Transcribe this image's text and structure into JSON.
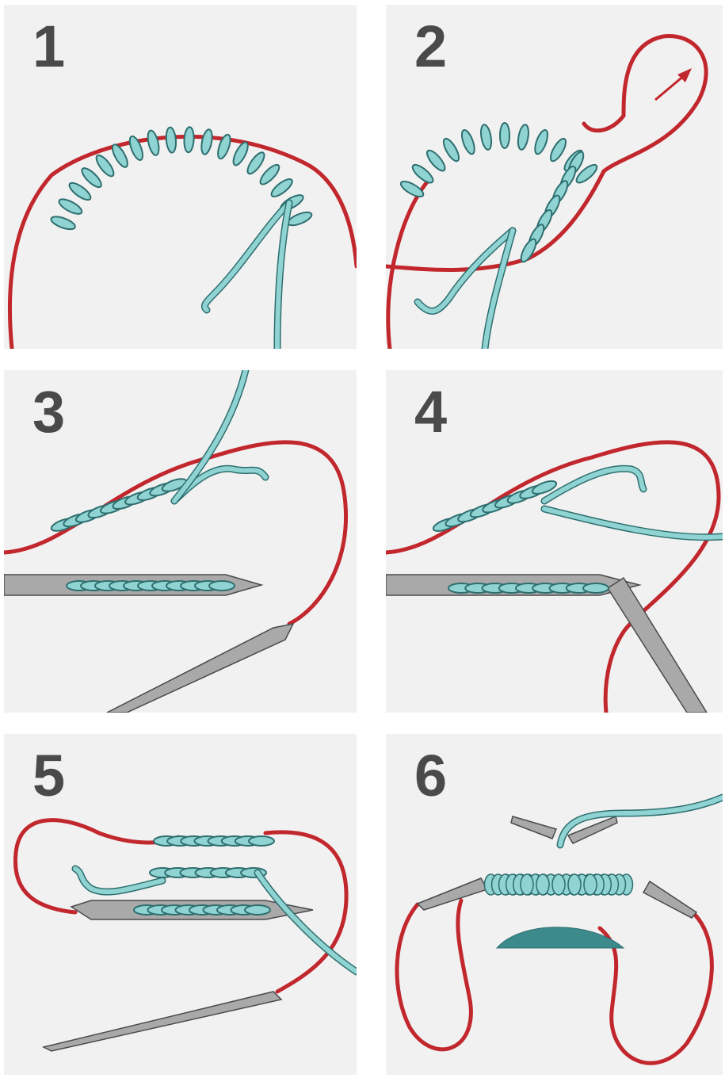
{
  "steps": [
    {
      "number": "1"
    },
    {
      "number": "2"
    },
    {
      "number": "3"
    },
    {
      "number": "4"
    },
    {
      "number": "5"
    },
    {
      "number": "6"
    }
  ],
  "colors": {
    "cord": "#c1272d",
    "yarn_fill": "#8fd3d3",
    "yarn_outline": "#2f6e6f",
    "needle": "#a9a9a9",
    "panel_background": "#f1f1f1",
    "number_text": "#4a4a4a"
  }
}
